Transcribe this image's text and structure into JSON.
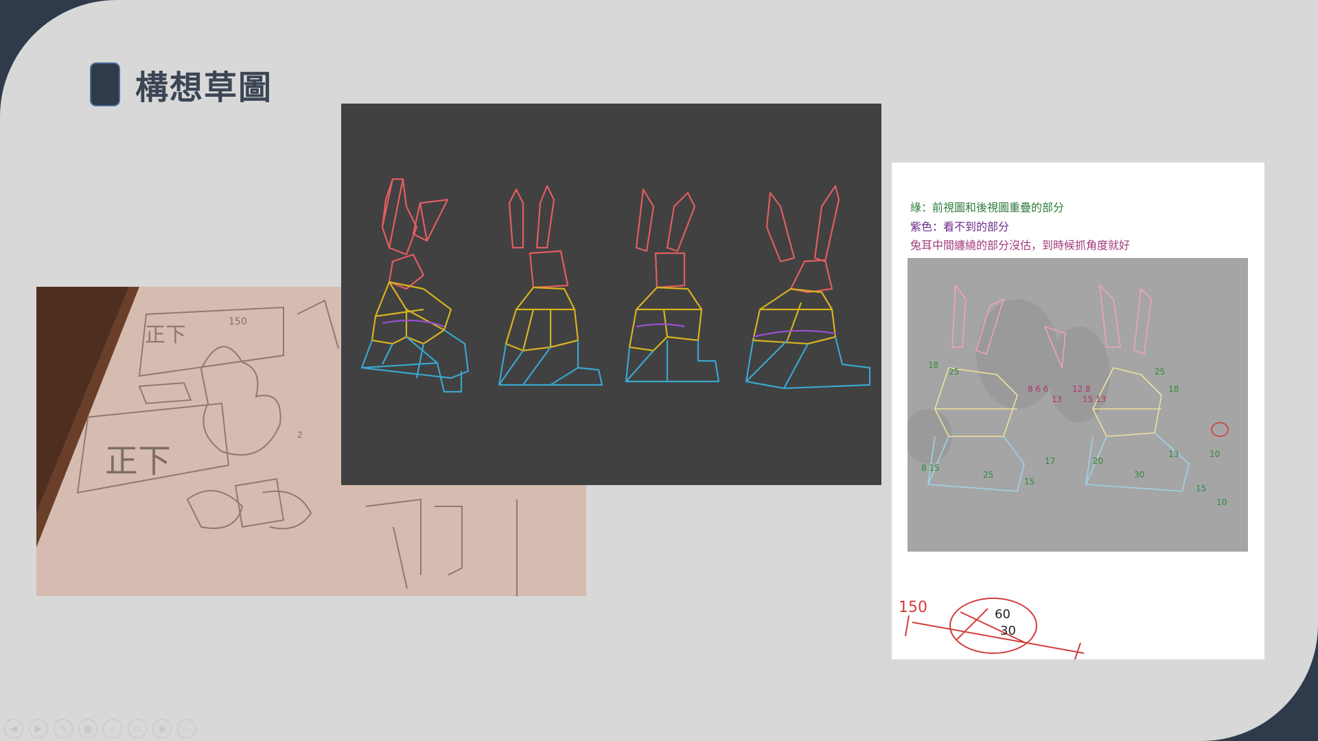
{
  "slide": {
    "title": "構想草圖"
  },
  "doc_notes": {
    "line1": "綠：前視圖和後視圖重疊的部分",
    "line2": "紫色：看不到的部分",
    "line3": "兔耳中間纏繞的部分沒估，到時候抓角度就好"
  },
  "sketch_labels": {
    "photo_text1": "正下",
    "photo_text2": "正下",
    "photo_num1": "150",
    "photo_num2": "2",
    "annot_150": "150",
    "annot_60": "60",
    "annot_30": "30"
  },
  "nav_icons": [
    "prev-icon",
    "next-icon",
    "pen-icon",
    "slides-icon",
    "zoom-icon",
    "subtitles-icon",
    "video-icon",
    "more-icon"
  ],
  "colors": {
    "background": "#d8d8d8",
    "accent": "#2f3b4a",
    "wire_red": "#e35d62",
    "wire_yellow": "#d9b320",
    "wire_blue": "#3aa7cf"
  }
}
